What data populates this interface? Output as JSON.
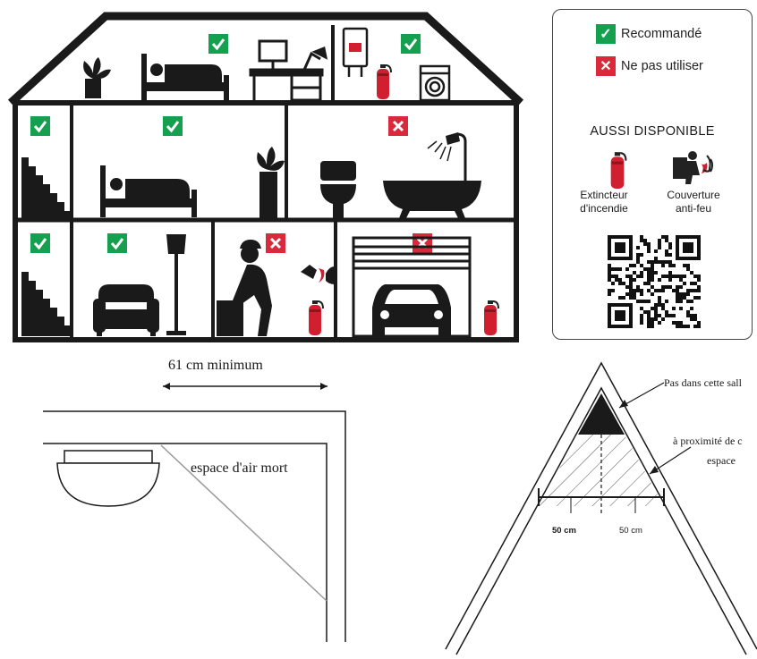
{
  "legend": {
    "recommended": "Recommandé",
    "not_use": "Ne pas utiliser",
    "also_available": "AUSSI DISPONIBLE",
    "extinguisher_line1": "Extincteur",
    "extinguisher_line2": "d'incendie",
    "blanket_line1": "Couverture",
    "blanket_line2": "anti-feu"
  },
  "ceiling": {
    "min_distance": "61 cm minimum",
    "dead_air": "espace d'air mort"
  },
  "roof": {
    "not_in_room": "Pas dans cette sall",
    "near_line1": "à proximité de c",
    "near_line2": "espace",
    "dist_left": "50 cm",
    "dist_right": "50 cm"
  },
  "colors": {
    "ok": "#15a050",
    "no": "#d82a3a",
    "ink": "#1a1a1a",
    "extinguisher": "#d21f2f"
  },
  "rooms": [
    {
      "name": "bedroom-attic",
      "status": "ok"
    },
    {
      "name": "boiler-laundry",
      "status": "ok"
    },
    {
      "name": "stairs-upper",
      "status": "ok"
    },
    {
      "name": "bedroom-middle",
      "status": "ok"
    },
    {
      "name": "bathroom",
      "status": "no"
    },
    {
      "name": "stairs-lower",
      "status": "ok"
    },
    {
      "name": "living-room",
      "status": "ok"
    },
    {
      "name": "kitchen",
      "status": "no"
    },
    {
      "name": "garage",
      "status": "no"
    }
  ]
}
